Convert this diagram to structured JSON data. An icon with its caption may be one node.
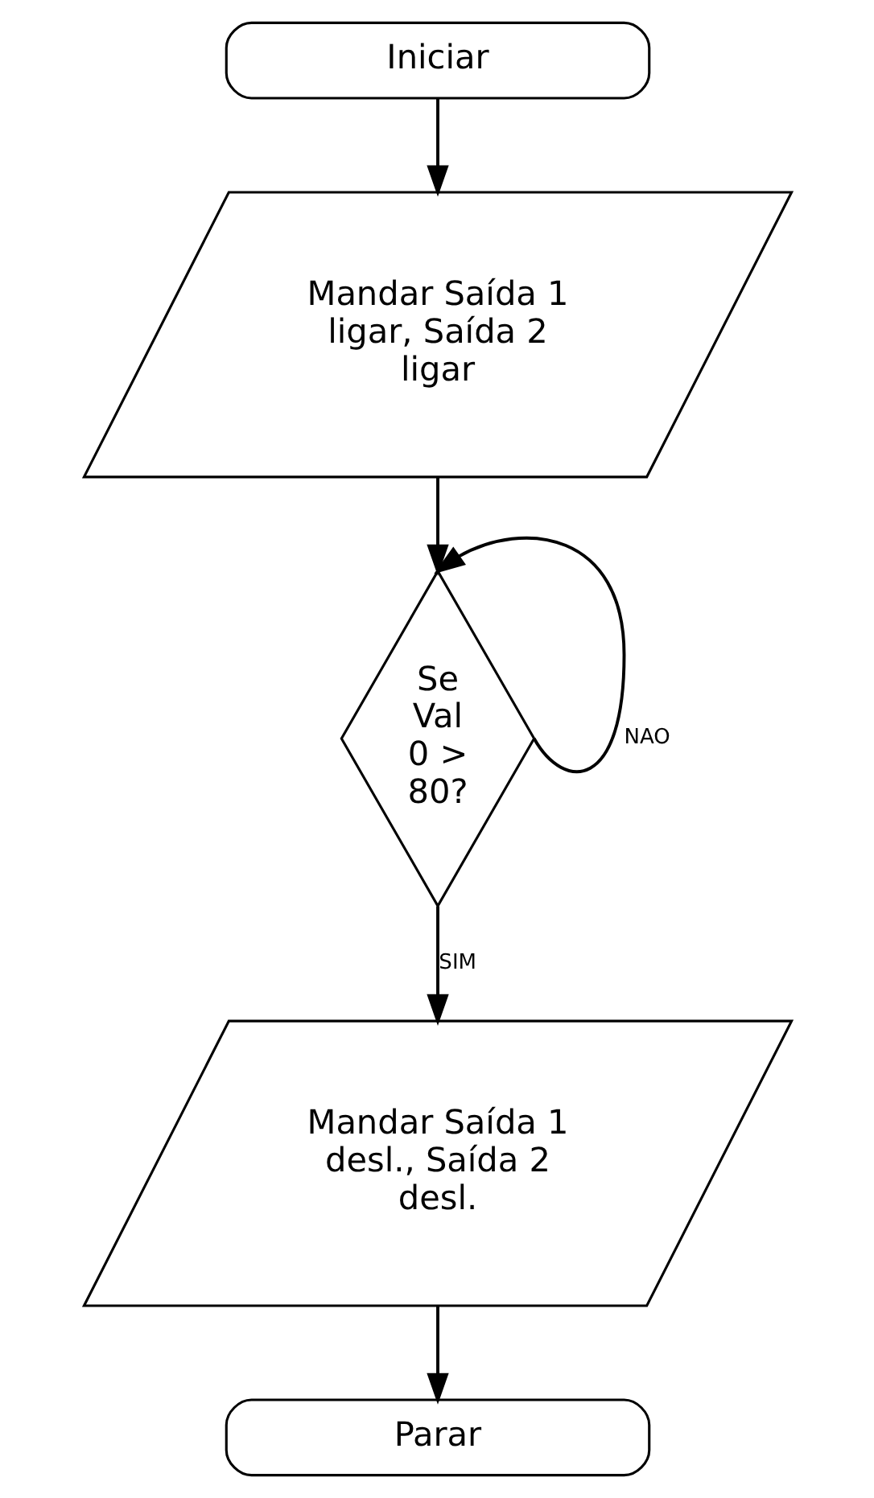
{
  "diagram": {
    "nodes": [
      {
        "text": [
          "Iniciar"
        ]
      },
      {
        "text": [
          "Mandar Saída 1 ligar, Saída 2 ligar"
        ]
      },
      {
        "text": [
          "Se Val 0 > 80?"
        ]
      },
      {
        "text": [
          "Mandar Saída 1 desl., Saída 2 desl."
        ]
      },
      {
        "text": [
          "Parar"
        ]
      }
    ],
    "edges": [
      {
        "from": 0,
        "to": 1,
        "arrow": "to"
      },
      {
        "from": 1,
        "to": 2,
        "arrow": "to"
      },
      {
        "from": 2,
        "to": 2,
        "arrow": "to",
        "label": "NAO"
      },
      {
        "from": 2,
        "to": 3,
        "arrow": "to",
        "label": "SIM"
      },
      {
        "from": 3,
        "to": 4,
        "arrow": "to"
      }
    ]
  }
}
